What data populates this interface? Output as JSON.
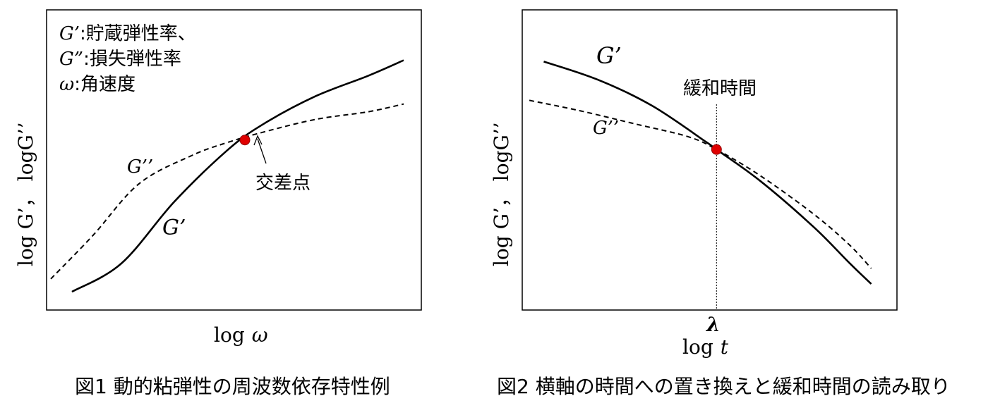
{
  "chart_data": [
    {
      "type": "line",
      "xlabel": {
        "prefix": "log",
        "symbol": "ω"
      },
      "ylabel": "log G’， logG’’",
      "legend": [
        {
          "symbol": "G’",
          "text": ":貯蔵弾性率、"
        },
        {
          "symbol": "G”",
          "text": ":損失弾性率"
        },
        {
          "symbol": "ω",
          "text": ":角速度"
        }
      ],
      "series": [
        {
          "name": "G’",
          "style": "solid",
          "color": "#000000",
          "x": [
            0.06,
            0.2,
            0.35,
            0.5,
            0.6,
            0.75,
            0.9,
            1.0
          ],
          "y": [
            0.03,
            0.14,
            0.38,
            0.58,
            0.68,
            0.79,
            0.87,
            0.93
          ]
        },
        {
          "name": "G’’",
          "style": "dashed",
          "color": "#000000",
          "x": [
            0.0,
            0.12,
            0.25,
            0.4,
            0.5,
            0.6,
            0.75,
            0.9,
            1.0
          ],
          "y": [
            0.08,
            0.25,
            0.45,
            0.56,
            0.61,
            0.65,
            0.7,
            0.73,
            0.76
          ]
        }
      ],
      "series_labels": [
        "G’’",
        "G’"
      ],
      "annotation": {
        "text": "交差点",
        "x": 0.55,
        "y": 0.62,
        "color": "#e00000"
      }
    },
    {
      "type": "line",
      "xlabel": {
        "prefix": "log",
        "symbol": "t"
      },
      "ylabel": "log G’， logG’’",
      "tick_label": "λ",
      "series": [
        {
          "name": "G’",
          "style": "solid",
          "color": "#000000",
          "x": [
            0.05,
            0.2,
            0.35,
            0.5,
            0.53,
            0.65,
            0.8,
            0.9,
            0.96
          ],
          "y": [
            0.92,
            0.85,
            0.75,
            0.61,
            0.58,
            0.46,
            0.28,
            0.14,
            0.06
          ]
        },
        {
          "name": "G’’",
          "style": "dashed",
          "color": "#000000",
          "x": [
            0.01,
            0.15,
            0.3,
            0.45,
            0.53,
            0.65,
            0.8,
            0.9,
            0.96
          ],
          "y": [
            0.77,
            0.73,
            0.68,
            0.63,
            0.58,
            0.48,
            0.33,
            0.21,
            0.12
          ]
        }
      ],
      "series_labels": [
        "G’",
        "G’’"
      ],
      "annotation": {
        "text": "緩和時間",
        "x": 0.53,
        "y": 0.58,
        "color": "#e00000"
      }
    }
  ],
  "captions": [
    "図1 動的粘弾性の周波数依存特性例",
    "図2 横軸の時間への置き換えと緩和時間の読み取り"
  ]
}
